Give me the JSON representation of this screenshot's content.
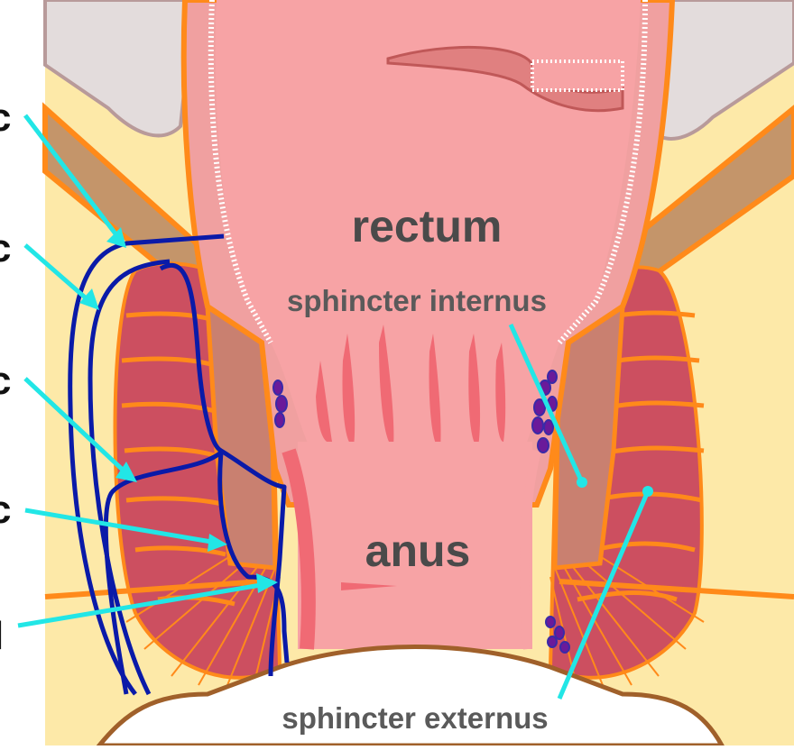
{
  "labels": {
    "rectum": "rectum",
    "anus": "anus",
    "sphincter_internus": "sphincter internus",
    "sphincter_externus": "sphincter externus"
  },
  "left_edge_labels": [
    "c",
    "c",
    "c",
    "c",
    "l"
  ],
  "colors": {
    "fat": "#fde9a8",
    "bone": "#e3dcdc",
    "rectum_lumen": "#f7a3a5",
    "rectum_wall": "#f0a0a0",
    "muscle": "#cc4f60",
    "orange": "#ff8a1a",
    "fistula_path": "#0a1aa8",
    "pointer": "#22e6e6",
    "gland": "#6a1a9a"
  }
}
